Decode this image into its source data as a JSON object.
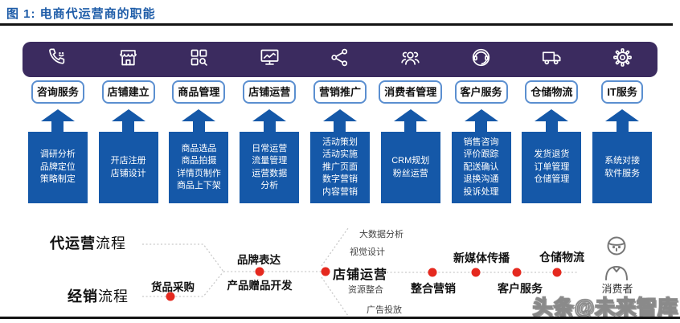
{
  "figure": {
    "title": "图 1: 电商代运营商的职能"
  },
  "accent_colors": {
    "title_blue": "#1e5ca8",
    "bar_purple": "#3b2b5f",
    "box_blue": "#1558a8",
    "label_border_blue": "#5b8fd0",
    "flow_dot_red": "#e5291f"
  },
  "columns": [
    {
      "icon": "phone-consult-icon",
      "label": "咨询服务",
      "details": [
        "调研分析",
        "品牌定位",
        "策略制定"
      ]
    },
    {
      "icon": "storefront-icon",
      "label": "店铺建立",
      "details": [
        "开店注册",
        "店铺设计"
      ]
    },
    {
      "icon": "grid-search-icon",
      "label": "商品管理",
      "details": [
        "商品选品",
        "商品拍摄",
        "详情页制作",
        "商品上下架"
      ]
    },
    {
      "icon": "monitor-chart-icon",
      "label": "店铺运营",
      "details": [
        "日常运营",
        "流量管理",
        "运营数据",
        "分析"
      ]
    },
    {
      "icon": "share-icon",
      "label": "营销推广",
      "details": [
        "活动策划",
        "活动实施",
        "推广页面",
        "数字营销",
        "内容营销"
      ]
    },
    {
      "icon": "people-group-icon",
      "label": "消费者管理",
      "details": [
        "CRM规划",
        "粉丝运营"
      ]
    },
    {
      "icon": "headset-icon",
      "label": "客户服务",
      "details": [
        "销售咨询",
        "评价跟踪",
        "配送确认",
        "退换沟通",
        "投诉处理"
      ]
    },
    {
      "icon": "truck-icon",
      "label": "仓储物流",
      "details": [
        "发货退货",
        "订单管理",
        "仓储管理"
      ]
    },
    {
      "icon": "gear-icon",
      "label": "IT服务",
      "details": [
        "系统对接",
        "软件服务"
      ]
    }
  ],
  "flow": {
    "process_agency": {
      "bold": "代运营",
      "rest": "流程"
    },
    "process_distribution": {
      "bold": "经销",
      "rest": "流程"
    },
    "procurement": "货品采购",
    "brand_expression": "品牌表达",
    "product_gift_dev": "产品赠品开发",
    "store_operation": "店铺运营",
    "store_aspects": [
      "大数据分析",
      "视觉设计",
      "资源整合",
      "广告投放"
    ],
    "integrated_marketing": "整合营销",
    "new_media": "新媒体传播",
    "customer_service": "客户服务",
    "warehouse_logistics": "仓储物流",
    "consumer": "消费者"
  },
  "watermark": "头条@未来智库"
}
